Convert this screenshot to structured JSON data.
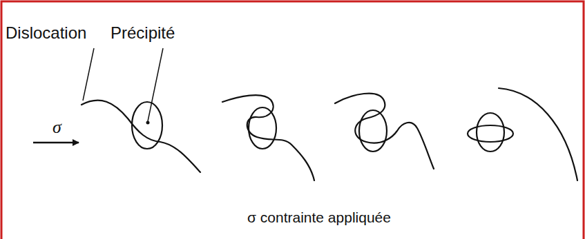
{
  "diagram": {
    "caption": "σ contrainte appliquée",
    "labels": [
      "Dislocation",
      "Précipité",
      "σ"
    ]
  }
}
